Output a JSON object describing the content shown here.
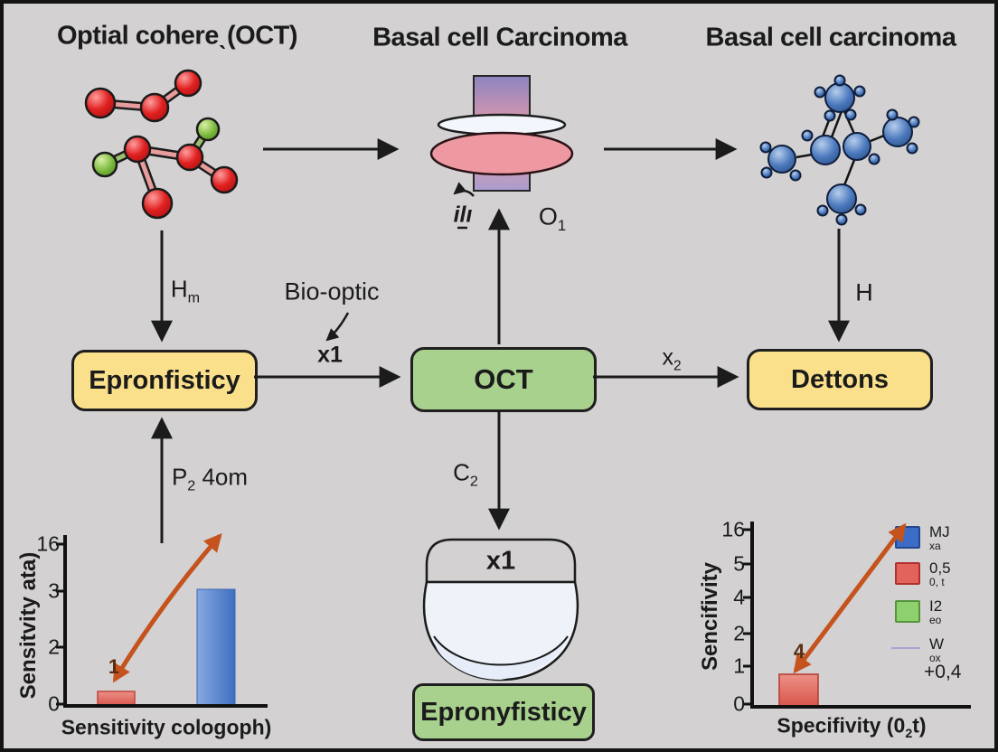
{
  "figure_background": "#d3d1d1",
  "titles": {
    "left": "Optial cohereˎ(OCT)",
    "middle": "Basal cell Carcinoma",
    "right": "Basal cell carcinoma"
  },
  "boxes": {
    "left": "Epronfisticy",
    "center": "OCT",
    "right": "Dettons",
    "bottom_center": "Epronyfisticy"
  },
  "flask_header": "x1",
  "edge_labels": {
    "h_m": {
      "base": "H",
      "sub": "m"
    },
    "bio_optic": "Bio-optic",
    "x1": "x1",
    "x2": {
      "base": "x",
      "sub": "2"
    },
    "h": "H",
    "ili": "ilı",
    "o1": {
      "base": "O",
      "sub": "1"
    },
    "c2": {
      "base": "C",
      "sub": "2"
    },
    "p2_4om": {
      "base": "P",
      "sub": "2",
      "rest": " 4om"
    }
  },
  "icons": {
    "top_left": "red-green-molecule",
    "top_middle": "optical-lens-stack",
    "top_right": "blue-molecule",
    "bottom_middle": "beaker-bowl"
  },
  "colors": {
    "background": "#d3d1d1",
    "box_yellow": "#fbe08c",
    "box_green": "#a9d18e",
    "arrow_black": "#1b1b1b",
    "arrow_orange": "#c4531d",
    "red_sphere": "#d81e1e",
    "green_sphere": "#7cb93e",
    "blue_sphere": "#4a78bc",
    "lens_pink": "#ee99a1",
    "lens_purple": "#8c84c1"
  },
  "chart_data": [
    {
      "type": "bar",
      "title": "",
      "xlabel": "Sensitivity cologoph)",
      "ylabel": "Sensitvity ata)",
      "ytick_labels_top_to_bottom": [
        "16",
        "3",
        "2",
        "0"
      ],
      "categories": [
        "bar-1",
        "bar-2"
      ],
      "values": [
        0.45,
        3.1
      ],
      "bar_colors": [
        "#dd6055",
        "#4b7ed2"
      ],
      "point_label": "1",
      "annotation_arrow": {
        "color": "#c4531d",
        "shape": "double-headed rising"
      },
      "grid": false,
      "legend_position": "none"
    },
    {
      "type": "bar",
      "title": "",
      "xlabel": "Specifivity (0₂t)",
      "xlabel_parts": {
        "base": "Specifivity (0",
        "sub": "2",
        "rest": "t)"
      },
      "ylabel": "Sencifivity",
      "ytick_labels_top_to_bottom": [
        "16",
        "5",
        "4",
        "2",
        "1",
        "0"
      ],
      "categories": [
        "bar-1"
      ],
      "values": [
        0.85
      ],
      "bar_colors": [
        "#dd5d4f"
      ],
      "point_label": "4",
      "annotation_arrow": {
        "color": "#c4531d",
        "shape": "double-headed falling"
      },
      "grid": false,
      "legend_position": "right",
      "legend": [
        {
          "swatch": "#3b6cc7",
          "label": "MJ",
          "sublabel": "xa"
        },
        {
          "swatch": "#e2625c",
          "label": "0,5",
          "sublabel": "0, t"
        },
        {
          "swatch": "#8ed06e",
          "label": "I2",
          "sublabel": "eo"
        },
        {
          "swatch": "line #aaa3d6",
          "label": "W",
          "sublabel": "ox"
        }
      ],
      "legend_extra": "+0,4"
    }
  ]
}
